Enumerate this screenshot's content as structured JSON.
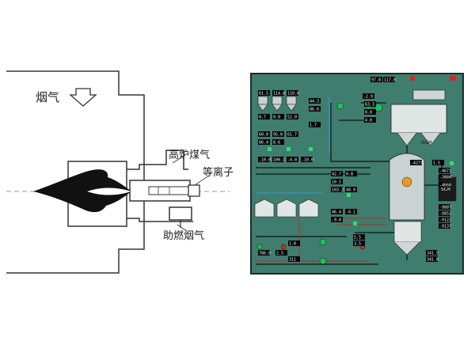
{
  "diagram": {
    "flue_gas_label": "烟气",
    "blast_furnace_gas_label": "高炉煤气",
    "plasma_label": "等离子",
    "combustion_flue_gas_label": "助燃烟气"
  },
  "scada": {
    "unit_ggh": "GGH",
    "unit_scr": "SCR",
    "readings": [
      "97.8",
      "117.0",
      "61.5",
      "114.8",
      "110.0",
      "44.3",
      "-2.9",
      "63.3",
      "86.0",
      "0.0",
      "8.7",
      "0.0",
      "-4271",
      "1.5",
      "52.0",
      "60.0",
      "95.0",
      "61.7",
      "86.4",
      "8.6",
      "-10.0",
      "100.1",
      "-4.0",
      "-10.0",
      "42.7",
      "0.8",
      "10.5",
      "-4671",
      "-3884",
      "-4660",
      "103.2",
      "48.9",
      "-9887",
      "-9851",
      "-9122",
      "-9137",
      "786.0",
      "341.5",
      "341.8",
      "2.5",
      "311",
      "5.5",
      "3.5",
      "1.0",
      "46.4",
      "-0.1",
      "-9.0",
      "1.7",
      "4.0"
    ]
  }
}
